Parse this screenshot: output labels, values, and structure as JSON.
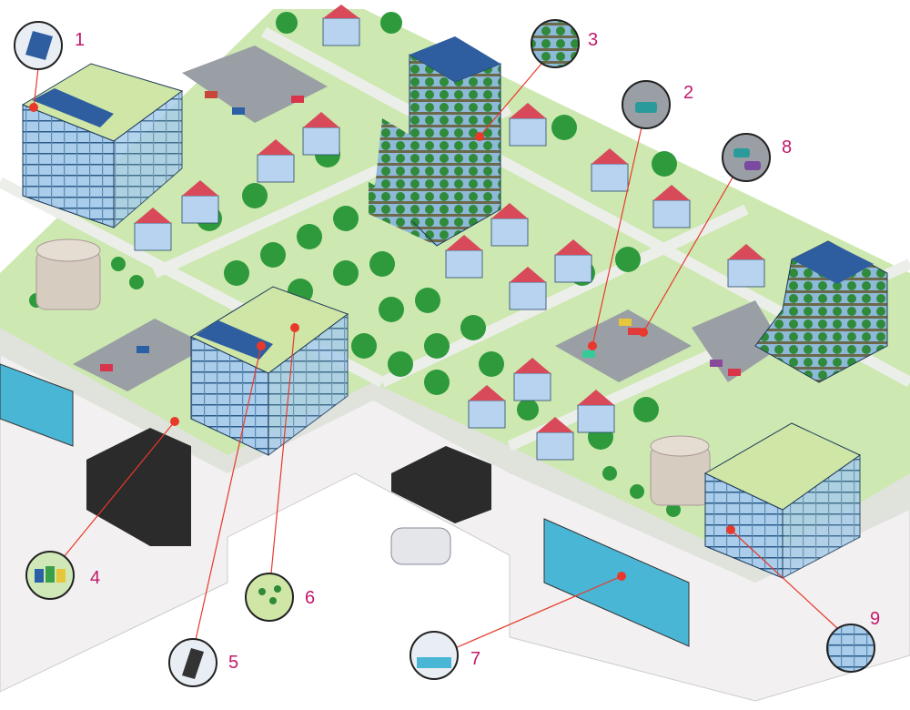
{
  "colors": {
    "callout_number": "#c2186b",
    "callout_line": "#e8392b",
    "ground": "#cde8b0",
    "road": "#e8ebe6",
    "platform": "#efeeee",
    "glass": "#9cc4e6",
    "water": "#4ab6d6",
    "tree": "#2e9a3c"
  },
  "callouts": [
    {
      "number": "1",
      "icon": "solar-panel-icon"
    },
    {
      "number": "2",
      "icon": "parking-car-icon"
    },
    {
      "number": "3",
      "icon": "vertical-garden-icon"
    },
    {
      "number": "4",
      "icon": "recycling-bins-icon"
    },
    {
      "number": "5",
      "icon": "solar-water-heater-icon"
    },
    {
      "number": "6",
      "icon": "green-roof-icon"
    },
    {
      "number": "7",
      "icon": "water-reservoir-icon"
    },
    {
      "number": "8",
      "icon": "car-sharing-icon"
    },
    {
      "number": "9",
      "icon": "glass-facade-icon"
    }
  ]
}
